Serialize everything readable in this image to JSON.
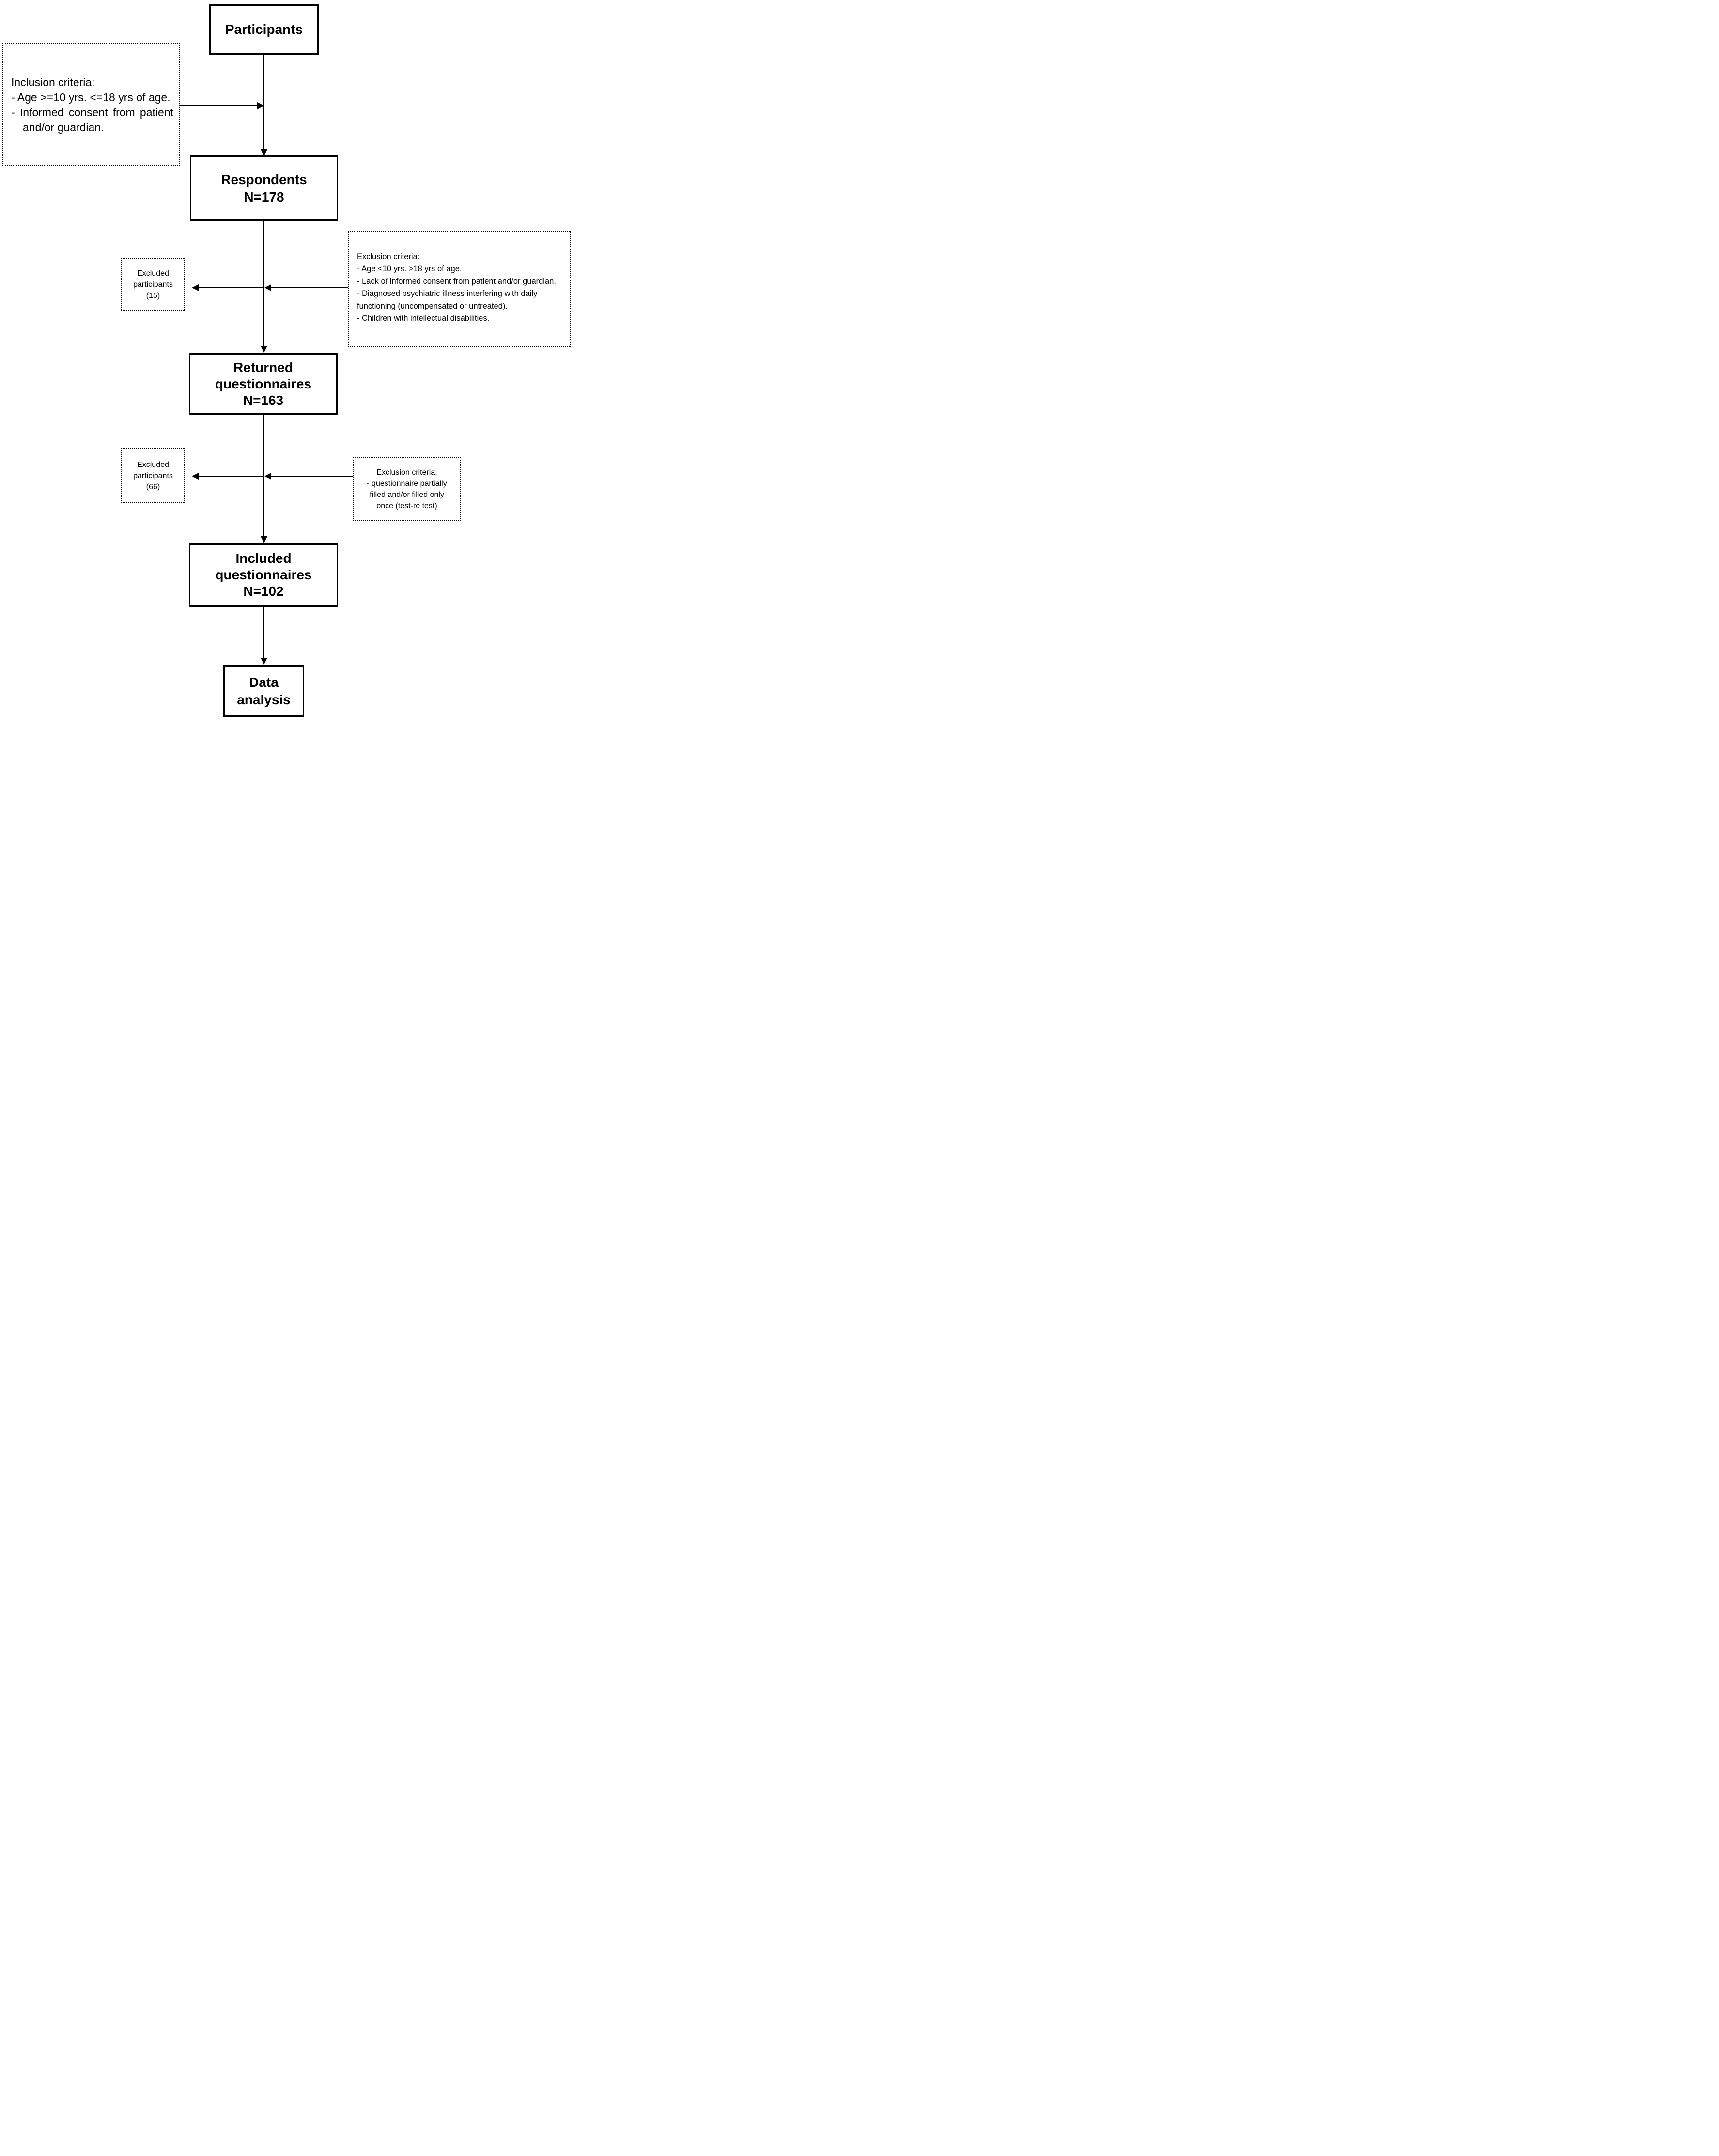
{
  "figure": {
    "type": "study-flow-diagram",
    "background_color": "#ffffff",
    "line_color": "#000000"
  },
  "nodes": {
    "participants": {
      "lines": [
        "Participants"
      ]
    },
    "respondents": {
      "lines": [
        "Respondents",
        "N=178"
      ],
      "count": 178
    },
    "returned": {
      "lines": [
        "Returned",
        "questionnaires",
        "N=163"
      ],
      "count": 163
    },
    "included": {
      "lines": [
        "Included",
        "questionnaires",
        "N=102"
      ],
      "count": 102
    },
    "data_analysis": {
      "lines": [
        "Data",
        "analysis"
      ]
    },
    "excluded_1": {
      "lines": [
        "Excluded",
        "participants",
        "(15)"
      ],
      "count": 15
    },
    "excluded_2": {
      "lines": [
        "Excluded",
        "participants",
        "(66)"
      ],
      "count": 66
    }
  },
  "criteria": {
    "inclusion": {
      "lines": [
        "Inclusion criteria:",
        "- Age >=10 yrs. <=18 yrs of age.",
        "- Informed consent from patient",
        "and/or guardian."
      ]
    },
    "exclusion_1": {
      "lines": [
        "Exclusion criteria:",
        "- Age <10 yrs. >18 yrs of age.",
        "- Lack of informed consent from patient and/or guardian.",
        "- Diagnosed psychiatric illness interfering with daily",
        "functioning (uncompensated or untreated).",
        "- Children with intellectual disabilities."
      ]
    },
    "exclusion_2": {
      "lines": [
        "Exclusion criteria:",
        "- questionnaire partially",
        "filled and/or filled only",
        "once (test-re test)"
      ]
    }
  }
}
